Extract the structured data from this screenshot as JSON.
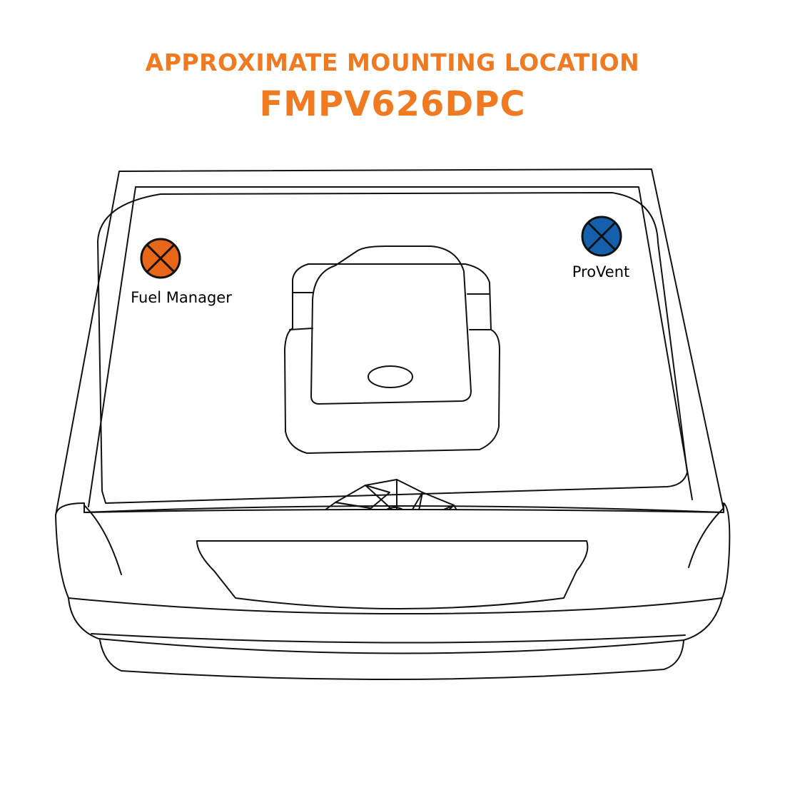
{
  "header": {
    "title": "APPROXIMATE MOUNTING LOCATION",
    "model": "FMPV626DPC"
  },
  "markers": [
    {
      "id": "fuel-manager",
      "label": "Fuel Manager",
      "color": "#E8661A"
    },
    {
      "id": "provent",
      "label": "ProVent",
      "color": "#1560AC"
    }
  ],
  "colors": {
    "accent": "#F07A22",
    "outline": "#111111"
  },
  "icons": {
    "marker": "circle-x-icon",
    "fan": "fan-icon"
  }
}
